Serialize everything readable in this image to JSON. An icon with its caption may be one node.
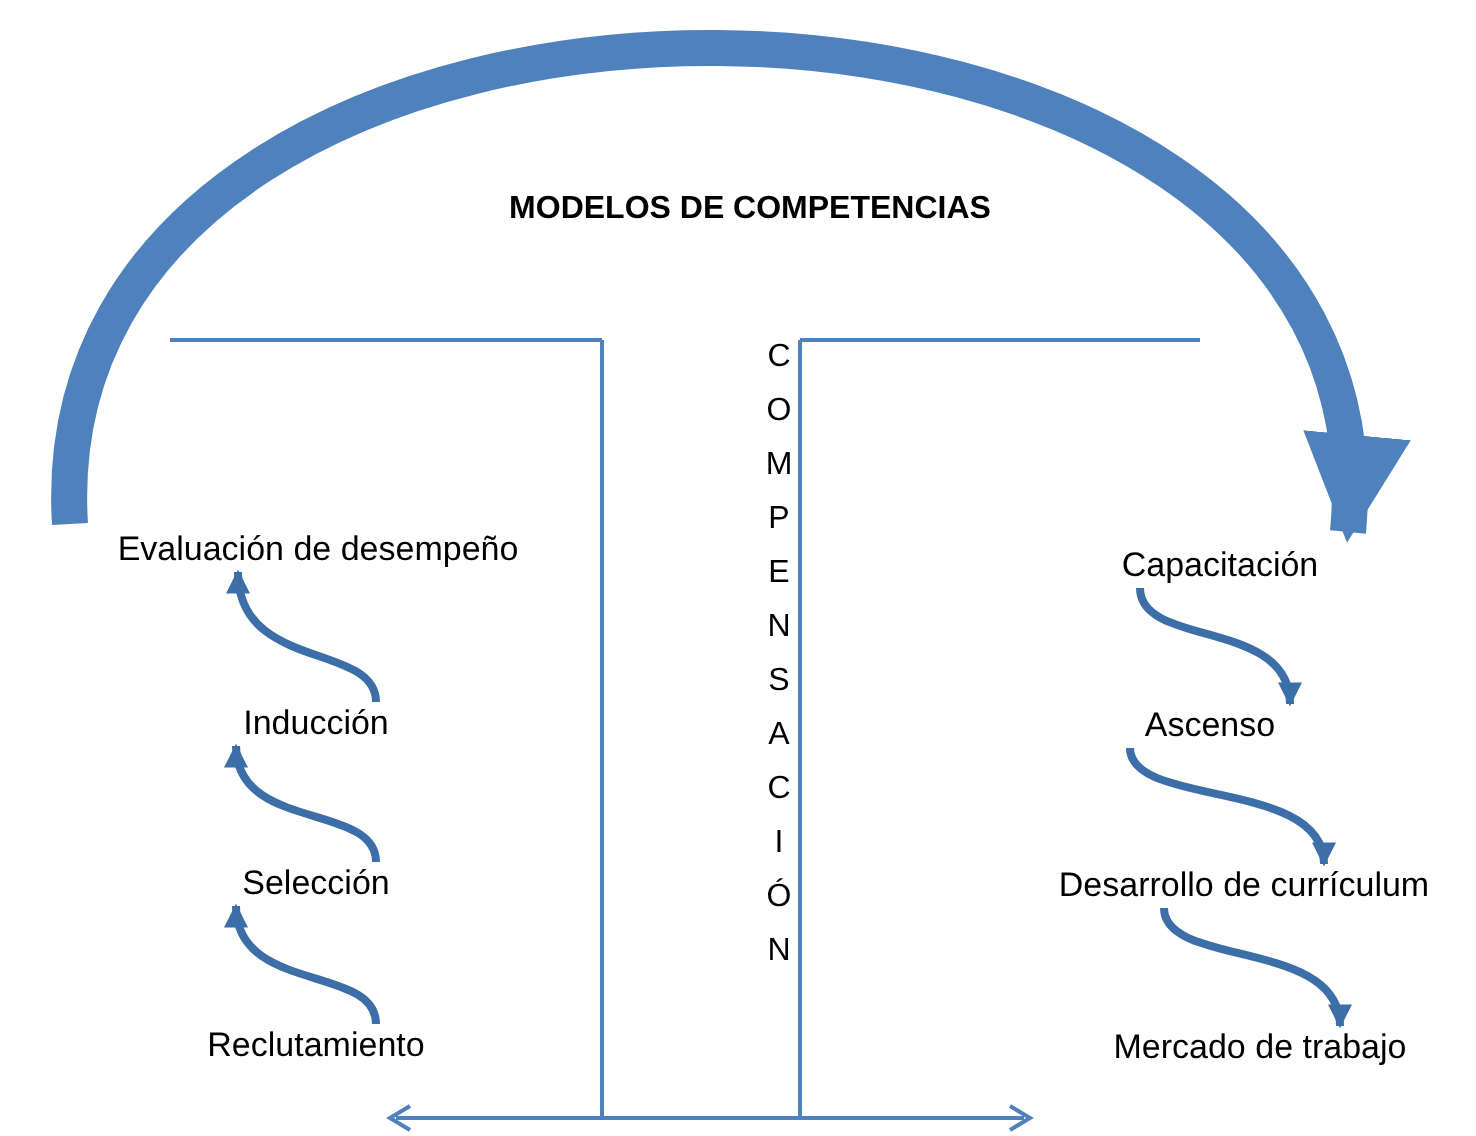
{
  "diagram": {
    "title": "MODELOS DE COMPETENCIAS",
    "nodes": [
      {
        "text": [
          "Evaluación de desempeño"
        ]
      },
      {
        "text": [
          "Inducción"
        ]
      },
      {
        "text": [
          "Selección"
        ]
      },
      {
        "text": [
          "Reclutamiento"
        ]
      },
      {
        "text": [
          "Capacitación"
        ]
      },
      {
        "text": [
          "Ascenso"
        ]
      },
      {
        "text": [
          "Desarrollo de currículum"
        ]
      },
      {
        "text": [
          "Mercado de trabajo"
        ]
      },
      {
        "text": [
          "COMPENSACIÓN"
        ]
      }
    ],
    "edges": [
      {
        "from": 3,
        "to": 2,
        "arrow": "to"
      },
      {
        "from": 2,
        "to": 1,
        "arrow": "to"
      },
      {
        "from": 1,
        "to": 0,
        "arrow": "to"
      },
      {
        "from": 4,
        "to": 5,
        "arrow": "to"
      },
      {
        "from": 5,
        "to": 6,
        "arrow": "to"
      },
      {
        "from": 6,
        "to": 7,
        "arrow": "to"
      },
      {
        "from": 0,
        "to": 4,
        "arrow": "to",
        "style": "thick",
        "color": "#4f81bd"
      }
    ]
  }
}
